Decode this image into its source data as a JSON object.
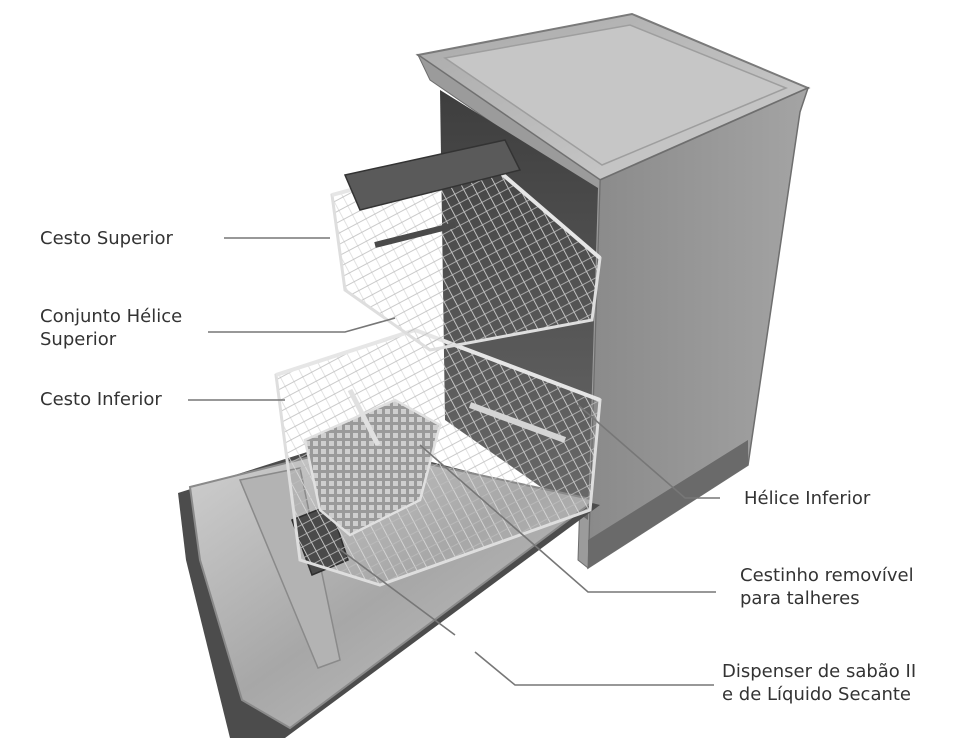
{
  "labels": {
    "cesto_superior": [
      "Cesto Superior"
    ],
    "helice_superior": [
      "Conjunto Hélice",
      "Superior"
    ],
    "cesto_inferior": [
      "Cesto Inferior"
    ],
    "helice_inferior": [
      "Hélice Inferior"
    ],
    "cestinho": [
      "Cestinho removível",
      "para talheres"
    ],
    "dispenser": [
      "Dispenser de sabão II",
      "e de Líquido Secante"
    ]
  },
  "colors": {
    "leader_line": "#777777",
    "label_text": "#333333",
    "steel_light": "#b9b9b9",
    "steel_mid": "#8e8e8e",
    "steel_dark": "#5a5a5a",
    "rack_wire": "#d6d6d6"
  }
}
